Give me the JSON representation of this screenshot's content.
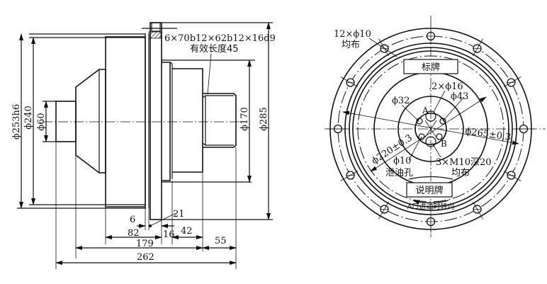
{
  "drawing": {
    "side_view": {
      "spline_note": "6×70b12×62b12×16d9",
      "spline_length_note": "有效长度45",
      "diameters": {
        "flange_pilot": "ϕ253h6",
        "body": "ϕ240",
        "left_shaft": "ϕ60",
        "right_boss": "ϕ170",
        "flange_outer": "ϕ285"
      },
      "lengths": {
        "l6": "6",
        "l21": "21",
        "l82": "82",
        "l16": "16",
        "l42": "42",
        "l179": "179",
        "l55": "55",
        "l262": "262"
      }
    },
    "end_view": {
      "bolt_holes_note": "12×ϕ10",
      "bolt_holes_note2": "均布",
      "nameplate_label": "标牌",
      "instruction_plate_label": "说明牌",
      "rotation_note": "A口进油时转向",
      "port_holes": ".2×ϕ16",
      "d43": "ϕ43",
      "d32": "ϕ32",
      "d265": "ϕ265±0.3",
      "d220": "ϕ220±0.3",
      "drain_hole_size": "ϕ10",
      "drain_hole_label": "泄油孔",
      "threaded_holes": "3×M10深20",
      "threaded_holes_note": "均布",
      "port_a": "A",
      "port_b": "B",
      "bolt_hole_count": 12
    }
  }
}
